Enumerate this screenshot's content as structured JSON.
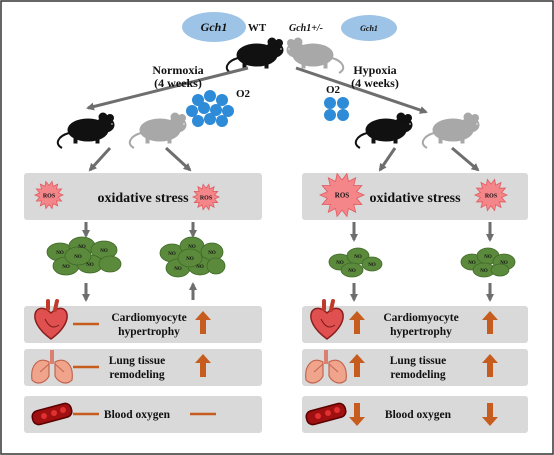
{
  "header": {
    "wt_gene": "Gch1",
    "wt_label": "WT",
    "het_label": "Gch1+/-",
    "het_gene": "Gch1"
  },
  "branches": {
    "normoxia": {
      "line1": "Normoxia",
      "line2": "(4 weeks)",
      "o2": "O2"
    },
    "hypoxia": {
      "line1": "Hypoxia",
      "line2": "(4 weeks)",
      "o2": "O2"
    }
  },
  "stress": {
    "label": "oxidative stress",
    "ros": "ROS"
  },
  "no_label": "NO",
  "outcomes": {
    "cardio": {
      "line1": "Cardiomyocyte",
      "line2": "hypertrophy"
    },
    "lung": {
      "line1": "Lung tissue",
      "line2": "remodeling"
    },
    "blood": {
      "line1": "Blood oxygen"
    }
  },
  "colors": {
    "panel": "#d9d9d9",
    "gene_oval": "#9dc3e6",
    "o2": "#2e8bd8",
    "no_cloud": "#5b8a3c",
    "ros": "#f4868a",
    "effect_arrow": "#c65d1e",
    "flow_arrow": "#6e6e6e"
  },
  "effects": {
    "normoxia_wt": [
      "none",
      "none",
      "none"
    ],
    "normoxia_het": [
      "up",
      "up",
      "none"
    ],
    "hypoxia_wt": [
      "up",
      "up",
      "down"
    ],
    "hypoxia_het": [
      "up",
      "up",
      "down"
    ]
  }
}
